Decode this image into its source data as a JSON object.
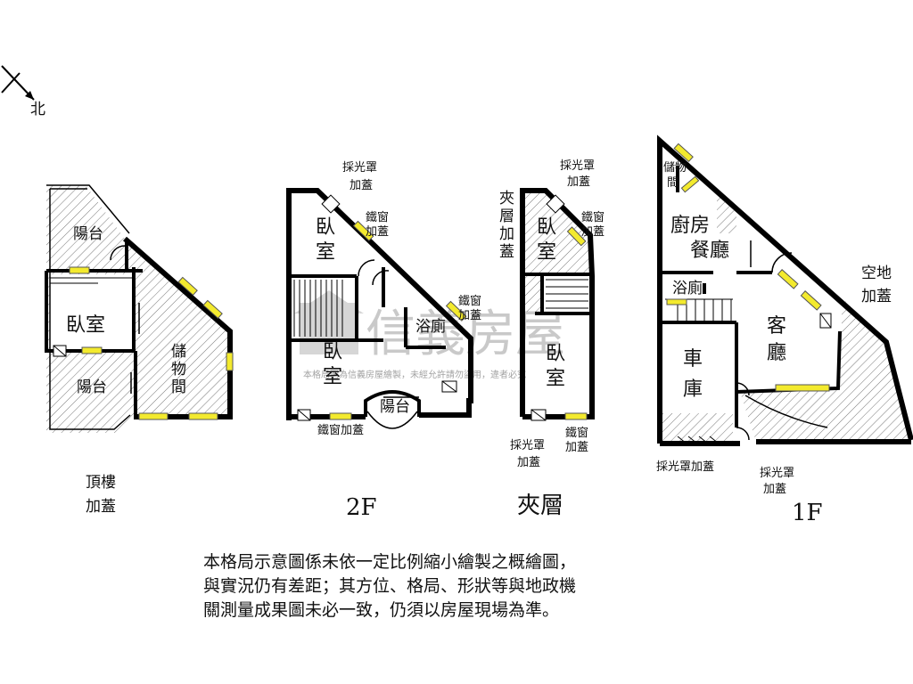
{
  "compass": {
    "label": "北"
  },
  "watermark": {
    "brand": "信義房屋",
    "notice": "本格局圖為信義房屋繪製，未經允許請勿盜用，違者必究"
  },
  "floors": {
    "roof": {
      "title": "頂樓\n加蓋",
      "title_line1": "頂樓",
      "title_line2": "加蓋",
      "rooms": {
        "balcony_top": "陽台",
        "bedroom": "臥室",
        "balcony_bottom": "陽台",
        "storage_1": "儲",
        "storage_2": "物",
        "storage_3": "間"
      }
    },
    "f2": {
      "title": "2F",
      "skylight": [
        "採光罩",
        "加蓋"
      ],
      "iron_window_top": [
        "鐵窗",
        "加蓋"
      ],
      "iron_window_right": [
        "鐵窗",
        "加蓋"
      ],
      "iron_window_bottom": "鐵窗加蓋",
      "rooms": {
        "bedroom_top_1": "臥",
        "bedroom_top_2": "室",
        "bath": "浴廁",
        "bedroom_1": "臥",
        "bedroom_2": "室",
        "balcony": "陽台"
      }
    },
    "mezz": {
      "title": "夾層",
      "side_label": [
        "夾",
        "層",
        "加",
        "蓋"
      ],
      "skylight_top": [
        "採光罩",
        "加蓋"
      ],
      "iron_window_top": [
        "鐵窗",
        "加蓋"
      ],
      "skylight_bottom": [
        "採光罩",
        "加蓋"
      ],
      "iron_window_bottom": [
        "鐵窗",
        "加蓋"
      ],
      "rooms": {
        "bedroom_top_1": "臥",
        "bedroom_top_2": "室",
        "bedroom_1": "臥",
        "bedroom_2": "室"
      }
    },
    "f1": {
      "title": "1F",
      "rooms": {
        "storage": [
          "儲物",
          "間"
        ],
        "kitchen": "廚房",
        "dining": "餐廳",
        "bath": "浴廁",
        "living_1": "客",
        "living_2": "廳",
        "garage_1": "車",
        "garage_2": "庫",
        "vacant_1": "空地",
        "vacant_2": "加蓋"
      },
      "skylight_left": "採光罩加蓋",
      "skylight_right": [
        "採光罩",
        "加蓋"
      ]
    }
  },
  "disclaimer": [
    "本格局示意圖係未依一定比例縮小繪製之概繪圖，",
    "與實況仍有差距；其方位、格局、形狀等與地政機",
    "關測量成果圖未必一致，仍須以房屋現場為準。"
  ]
}
